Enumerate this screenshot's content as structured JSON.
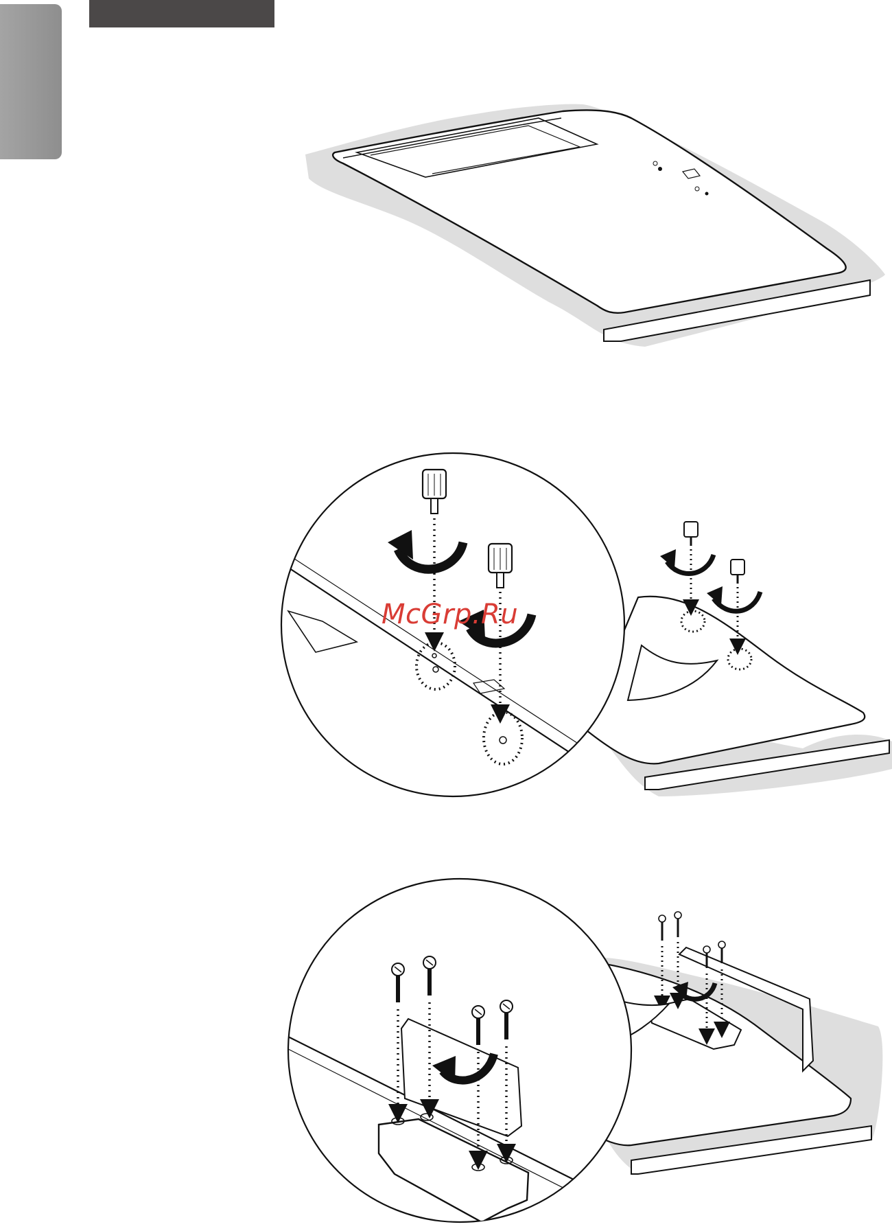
{
  "page": {
    "side_tab": "",
    "header_bar": ""
  },
  "figures": [
    {
      "name": "tv-face-down-on-cloth"
    },
    {
      "name": "remove-stand-cover-screws"
    },
    {
      "name": "attach-stand-base-screws"
    }
  ],
  "watermark": {
    "text": "McGrp.Ru",
    "color": "#d93c35"
  },
  "colors": {
    "outline": "#111111",
    "cloth": "#dedede",
    "side_tab": "#9a9a9a",
    "header_bar": "#4b4848"
  }
}
